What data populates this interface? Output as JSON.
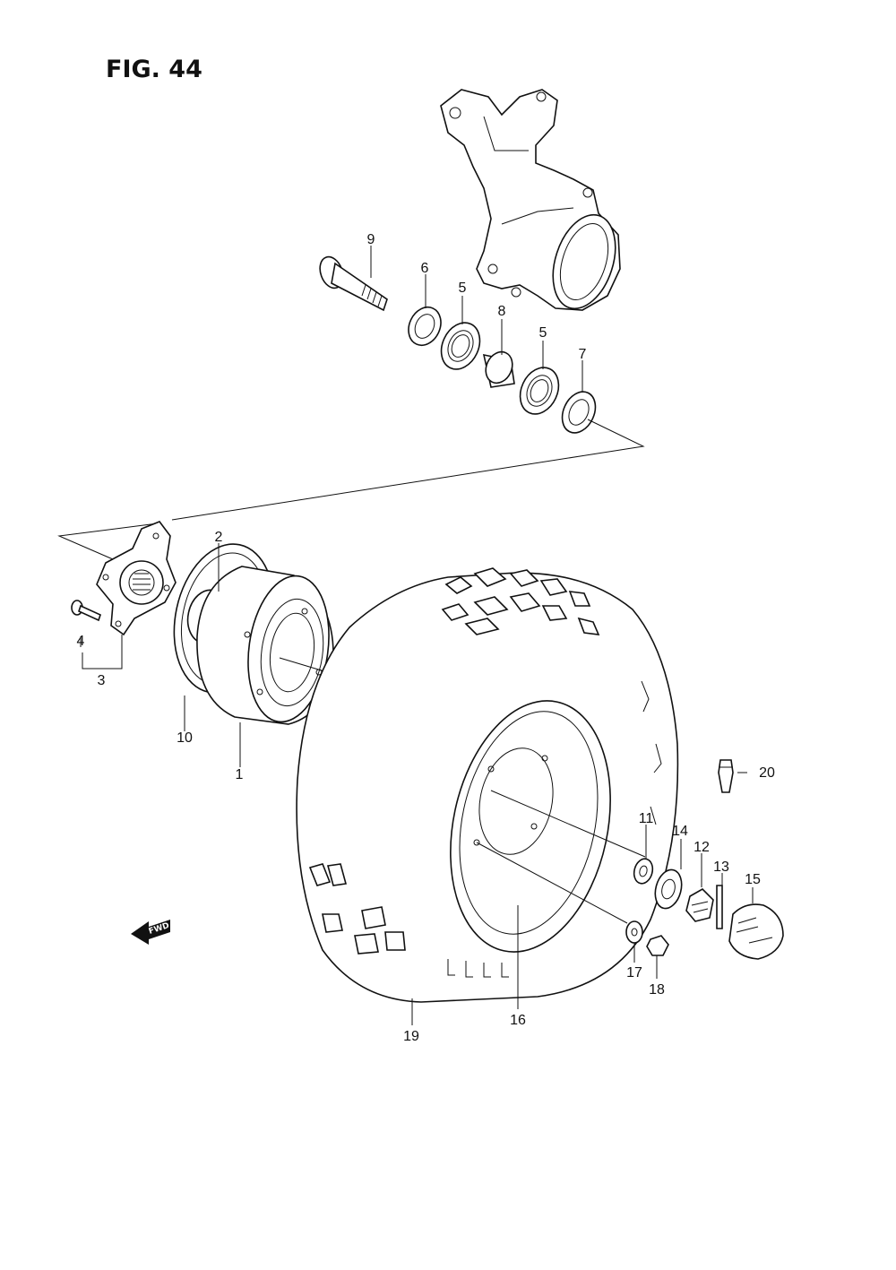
{
  "figure": {
    "title": "FIG. 44"
  },
  "direction_marker": {
    "text": "FWD",
    "icon": "arrow-left-icon"
  },
  "callouts": [
    {
      "id": "1",
      "text": "1"
    },
    {
      "id": "2",
      "text": "2"
    },
    {
      "id": "3",
      "text": "3"
    },
    {
      "id": "4",
      "text": "4"
    },
    {
      "id": "5a",
      "text": "5"
    },
    {
      "id": "5b",
      "text": "5"
    },
    {
      "id": "6",
      "text": "6"
    },
    {
      "id": "7",
      "text": "7"
    },
    {
      "id": "8",
      "text": "8"
    },
    {
      "id": "9",
      "text": "9"
    },
    {
      "id": "10",
      "text": "10"
    },
    {
      "id": "11",
      "text": "11"
    },
    {
      "id": "12",
      "text": "12"
    },
    {
      "id": "13",
      "text": "13"
    },
    {
      "id": "14",
      "text": "14"
    },
    {
      "id": "15",
      "text": "15"
    },
    {
      "id": "16",
      "text": "16"
    },
    {
      "id": "17",
      "text": "17"
    },
    {
      "id": "18",
      "text": "18"
    },
    {
      "id": "19",
      "text": "19"
    },
    {
      "id": "20",
      "text": "20"
    }
  ],
  "colors": {
    "ink": "#111111",
    "paper": "#ffffff"
  }
}
